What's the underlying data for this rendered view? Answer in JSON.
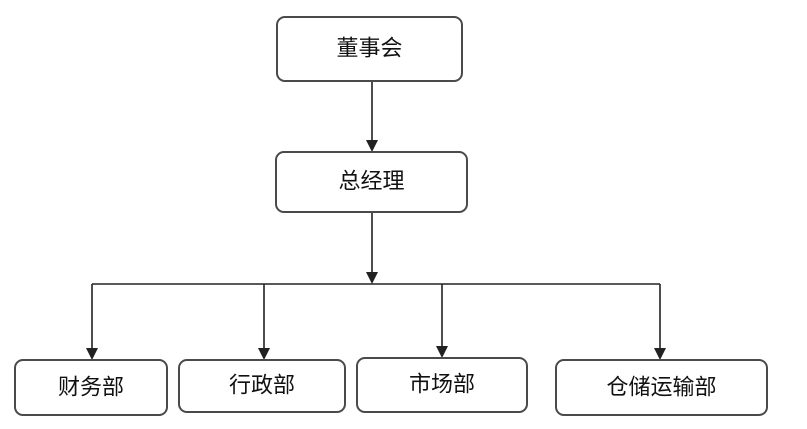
{
  "org_chart": {
    "root": {
      "label": "董事会"
    },
    "manager": {
      "label": "总经理"
    },
    "departments": [
      {
        "label": "财务部"
      },
      {
        "label": "行政部"
      },
      {
        "label": "市场部"
      },
      {
        "label": "仓储运输部"
      }
    ]
  },
  "colors": {
    "box_border": "#4a4a4a",
    "line": "#222222",
    "background": "#ffffff"
  }
}
